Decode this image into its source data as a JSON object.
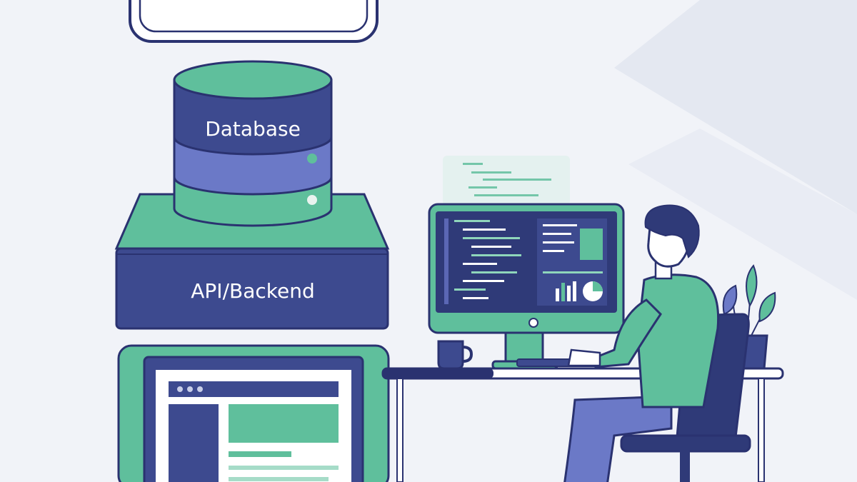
{
  "diagram": {
    "layers": [
      {
        "id": "database",
        "label": "Database"
      },
      {
        "id": "api",
        "label": "API/Backend"
      }
    ]
  },
  "colors": {
    "background": "#f1f3f8",
    "navy": "#3d4a8f",
    "indigo": "#6b79c7",
    "teal": "#5fbf9c",
    "outline": "#2a3270",
    "skin": "#ffffff"
  },
  "icons": [
    "database-cylinder-icon",
    "server-block-icon",
    "browser-window-icon",
    "monitor-icon",
    "coffee-mug-icon",
    "keyboard-icon",
    "office-chair-icon",
    "potted-plant-icon",
    "developer-person-icon"
  ]
}
